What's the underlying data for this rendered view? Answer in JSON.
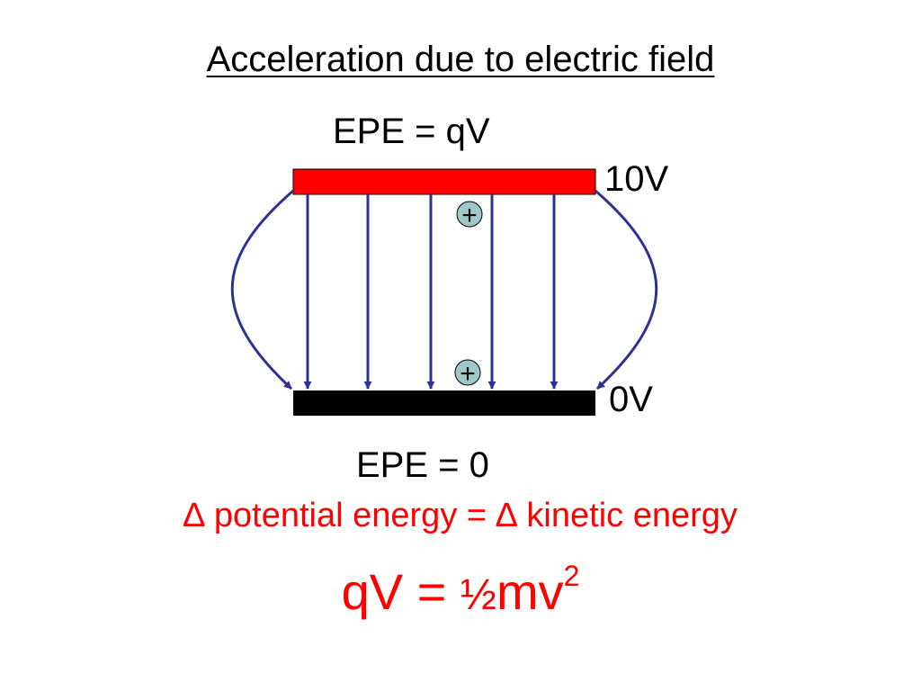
{
  "title": "Acceleration due to electric field",
  "epe_top": "EPE = qV",
  "epe_bottom": "EPE = 0",
  "top_plate_voltage": "10V",
  "bottom_plate_voltage": "0V",
  "energy_statement": {
    "delta_symbol": "∆",
    "text_left": " potential energy = ",
    "text_right": " kinetic energy"
  },
  "formula": {
    "lhs": "qV = ",
    "half": "½",
    "mv": "mv",
    "exponent": "2"
  },
  "charges": [
    "+",
    "+"
  ],
  "colors": {
    "top_plate": "#ff0000",
    "bottom_plate": "#000000",
    "field_lines": "#2e3192",
    "charge_fill": "#9fc9c8",
    "accent_text": "#ff0000"
  }
}
